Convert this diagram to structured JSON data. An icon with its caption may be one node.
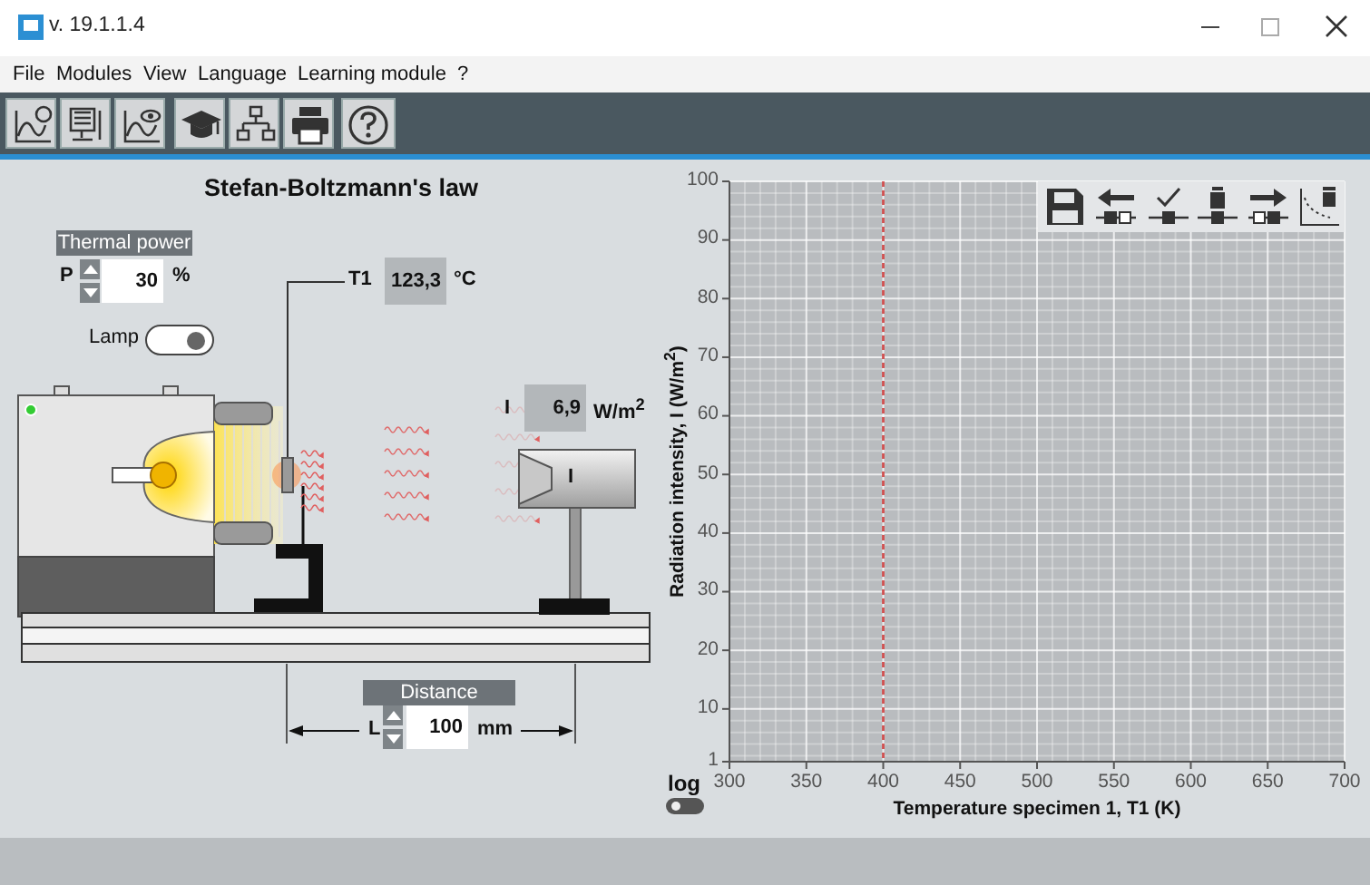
{
  "diagram": {
    "title": "Stefan-Boltzmann's law",
    "nodes": [
      {
        "text": [
          "T1"
        ]
      },
      {
        "text": [],
        "shape": "bar"
      }
    ],
    "edges": [
      {
        "from": 0,
        "to": 1,
        "arrow": "none"
      }
    ],
    "labels": [
      "v. 19.1.1.4",
      "File",
      "Modules",
      "View",
      "Language",
      "Learning module",
      "?",
      "Thermal power",
      "P",
      "30",
      "%",
      "Lamp",
      "123,3",
      "°C",
      "I",
      "6,9",
      "W/m$^{2}$",
      "I",
      "Distance",
      "L",
      "100",
      "mm",
      "log"
    ],
    "chart_data": {
      "type": "line",
      "xlabel": "Temperature specimen 1,  T1  (K)",
      "ylabel": "Radiation intensity,  I  (W/m$^{2}$)",
      "xlim": [
        300,
        700
      ],
      "ylim": [
        1,
        100
      ],
      "xticks": [
        300,
        350,
        400,
        450,
        500,
        550,
        600,
        650,
        700
      ],
      "yticks": [
        1,
        10,
        20,
        30,
        40,
        50,
        60,
        70,
        80,
        90,
        100
      ],
      "grid": true,
      "ref_lines": [
        {
          "axis": "x",
          "value": 400
        }
      ]
    }
  }
}
